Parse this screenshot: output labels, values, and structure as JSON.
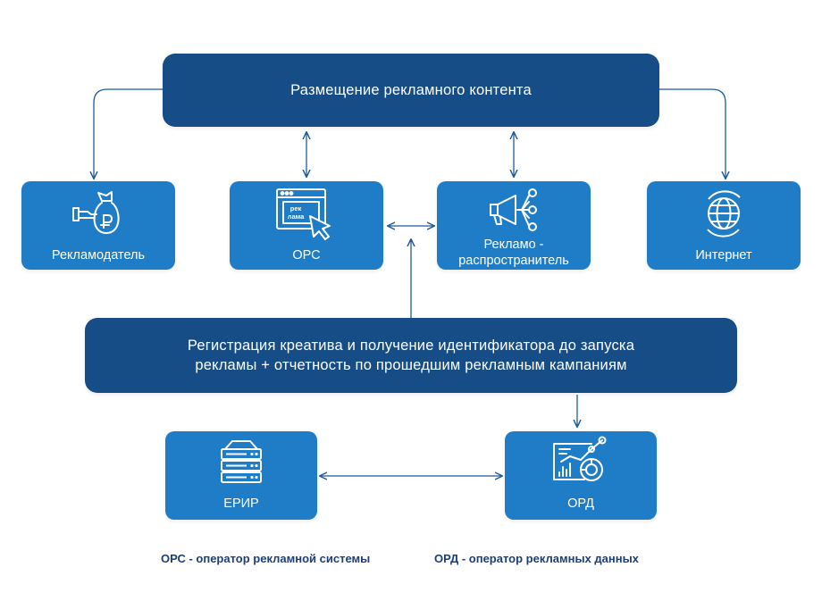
{
  "top_box": {
    "text": "Размещение рекламного контента"
  },
  "middle_box": {
    "line1": "Регистрация креатива и получение идентификатора до запуска",
    "line2": "рекламы + отчетность по прошедшим рекламным кампаниям"
  },
  "nodes": {
    "advertiser": {
      "label": "Рекламодатель",
      "icon": "money-bag-ruble-icon"
    },
    "ors": {
      "label": "ОРС",
      "icon": "browser-ad-cursor-icon",
      "icon_text_1": "рек",
      "icon_text_2": "лама"
    },
    "distributor": {
      "line1": "Рекламо -",
      "line2": "распространитель",
      "icon": "megaphone-network-icon"
    },
    "internet": {
      "label": "Интернет",
      "icon": "globe-icon"
    },
    "erir": {
      "label": "ЕРИР",
      "icon": "server-icon"
    },
    "ord": {
      "label": "ОРД",
      "icon": "analytics-chart-icon"
    }
  },
  "legend": {
    "ors": "ОРС - оператор рекламной системы",
    "ord": "ОРД - оператор рекламных данных"
  },
  "colors": {
    "dark_box": "#164d87",
    "node": "#1f7cc6",
    "connector": "#1d5a99",
    "legend_text": "#1c3f78"
  }
}
